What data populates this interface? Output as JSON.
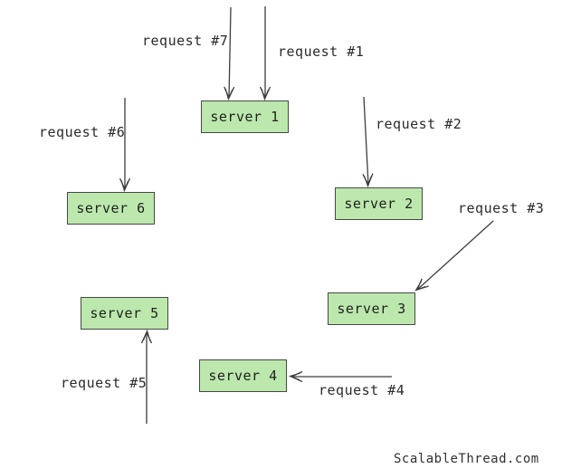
{
  "diagram": {
    "servers": [
      {
        "id": "server-1",
        "label": "server 1"
      },
      {
        "id": "server-2",
        "label": "server 2"
      },
      {
        "id": "server-3",
        "label": "server 3"
      },
      {
        "id": "server-4",
        "label": "server 4"
      },
      {
        "id": "server-5",
        "label": "server 5"
      },
      {
        "id": "server-6",
        "label": "server 6"
      }
    ],
    "requests": [
      {
        "label": "request #1",
        "target": "server 1"
      },
      {
        "label": "request #2",
        "target": "server 2"
      },
      {
        "label": "request #3",
        "target": "server 3"
      },
      {
        "label": "request #4",
        "target": "server 4"
      },
      {
        "label": "request #5",
        "target": "server 5"
      },
      {
        "label": "request #6",
        "target": "server 6"
      },
      {
        "label": "request #7",
        "target": "server 1"
      }
    ],
    "watermark": "ScalableThread.com",
    "colors": {
      "background": "#ffffff",
      "server_fill": "#bce8ad",
      "server_border": "#474747",
      "arrow_stroke": "#3d3d3d",
      "label_text": "#2b2b2b"
    }
  }
}
